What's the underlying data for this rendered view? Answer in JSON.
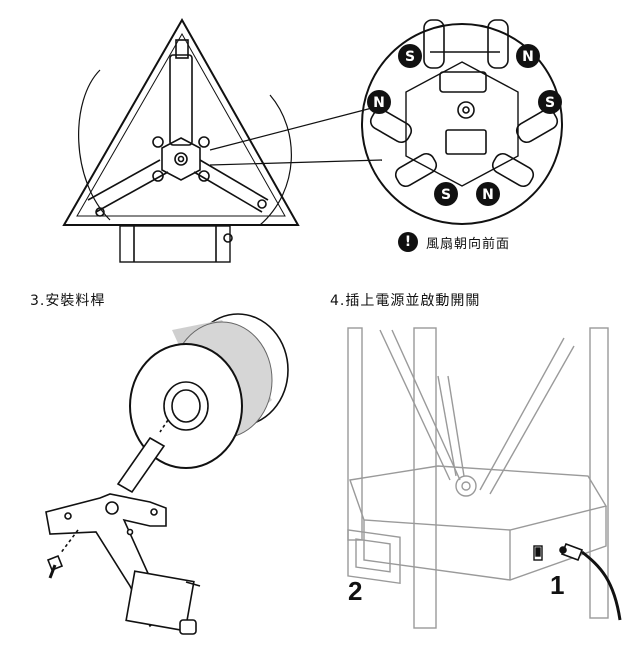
{
  "effector": {
    "magnets": [
      {
        "label": "S"
      },
      {
        "label": "N"
      },
      {
        "label": "N"
      },
      {
        "label": "S"
      },
      {
        "label": "S"
      },
      {
        "label": "N"
      }
    ],
    "note_icon": "!",
    "note": "風扇朝向前面"
  },
  "steps": {
    "filament_title": "3.安裝料桿",
    "power_title": "4.插上電源並啟動開關"
  },
  "power": {
    "callout_1": "1",
    "callout_2": "2"
  },
  "colors": {
    "magnet_fill": "#111111",
    "line": "#111111",
    "light_line": "#9a9a9a"
  }
}
